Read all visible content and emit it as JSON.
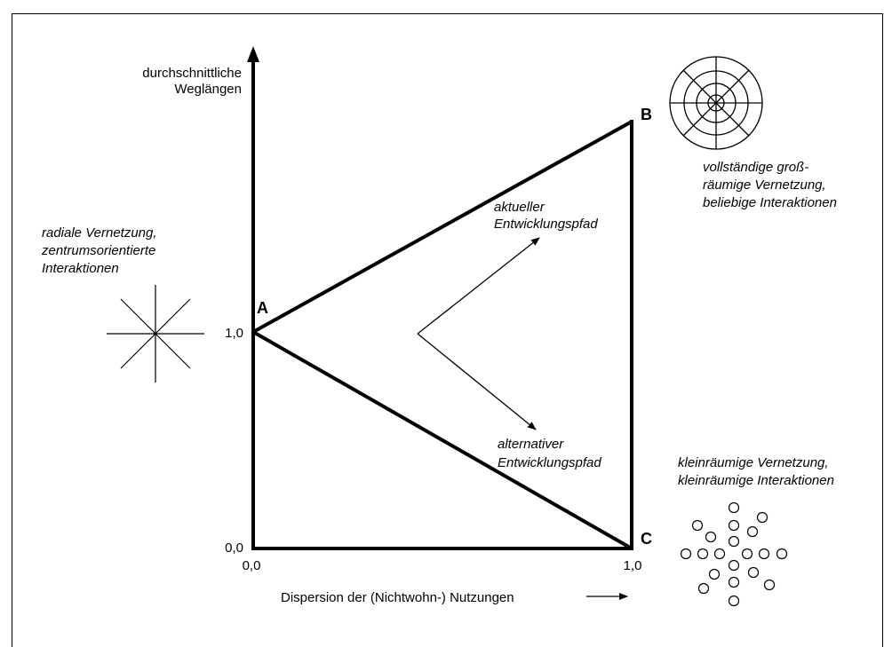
{
  "axes": {
    "y_label_line1": "durchschnittliche",
    "y_label_line2": "Weglängen",
    "x_label": "Dispersion der (Nichtwohn-) Nutzungen",
    "y_tick_1": "1,0",
    "y_tick_0": "0,0",
    "x_tick_0": "0,0",
    "x_tick_1": "1,0"
  },
  "points": {
    "a": "A",
    "b": "B",
    "c": "C"
  },
  "paths": {
    "current_line1": "aktueller",
    "current_line2": "Entwicklungspfad",
    "alternative_line1": "alternativer",
    "alternative_line2": "Entwicklungspfad"
  },
  "annotations": {
    "radial_line1": "radiale Vernetzung,",
    "radial_line2": "zentrumsorientierte",
    "radial_line3": "Interaktionen",
    "full_line1": "vollständige groß-",
    "full_line2": "räumige Vernetzung,",
    "full_line3": "beliebige Interaktionen",
    "small_line1": "kleinräumige Vernetzung,",
    "small_line2": "kleinräumige Interaktionen"
  },
  "icons": {
    "radial": "star-burst-icon",
    "full": "concentric-web-icon",
    "small": "scattered-circles-icon"
  }
}
